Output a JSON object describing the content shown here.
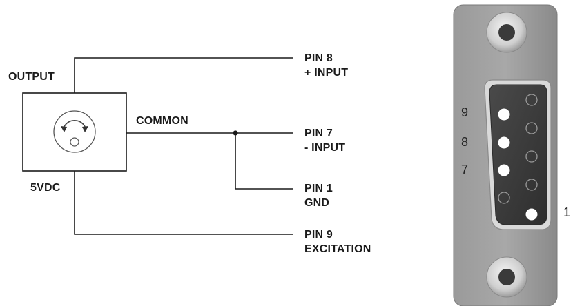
{
  "wiring": {
    "sensor_labels": {
      "output": "OUTPUT",
      "common": "COMMON",
      "supply": "5VDC"
    },
    "connections": [
      {
        "pin": "PIN 8",
        "signal": "+ INPUT"
      },
      {
        "pin": "PIN 7",
        "signal": "- INPUT"
      },
      {
        "pin": "PIN 1",
        "signal": "GND"
      },
      {
        "pin": "PIN 9",
        "signal": "EXCITATION"
      }
    ]
  },
  "connector": {
    "type": "DB9",
    "side_numbers": [
      "9",
      "8",
      "7",
      "1"
    ]
  },
  "colors": {
    "wire": "#1a1a1a",
    "shell": "#8e8e8e",
    "insert": "#3f3f3f",
    "pin_socket": "#ffffff"
  },
  "icons": [
    "rotary-arrow-icon",
    "mounting-hole-icon"
  ]
}
